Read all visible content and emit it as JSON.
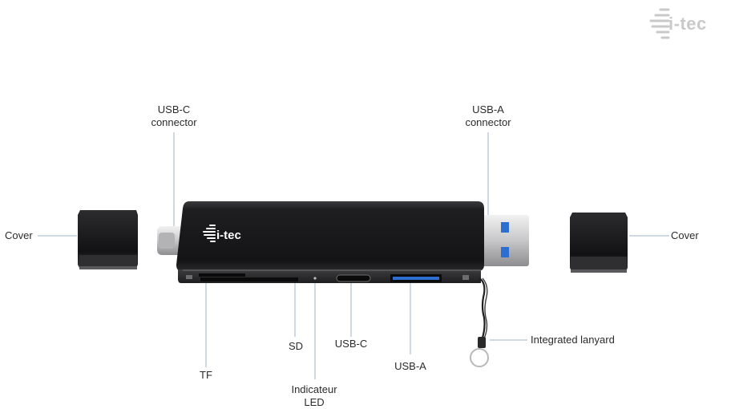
{
  "brand": {
    "logo_text": "i-tec"
  },
  "device": {
    "logo_text": "i-tec"
  },
  "labels": {
    "usbc_connector": [
      "USB-C",
      "connector"
    ],
    "usba_connector": [
      "USB-A",
      "connector"
    ],
    "cover_left": "Cover",
    "cover_right": "Cover",
    "sd": "SD",
    "tf": "TF",
    "usbc_port": "USB-C",
    "usba_port": "USB-A",
    "led": [
      "Indicateur",
      "LED"
    ],
    "lanyard": "Integrated lanyard"
  },
  "colors": {
    "leader_line": "#9fb3c8",
    "body": "#1b1b1d",
    "usb_blue": "#2d6fd0"
  }
}
